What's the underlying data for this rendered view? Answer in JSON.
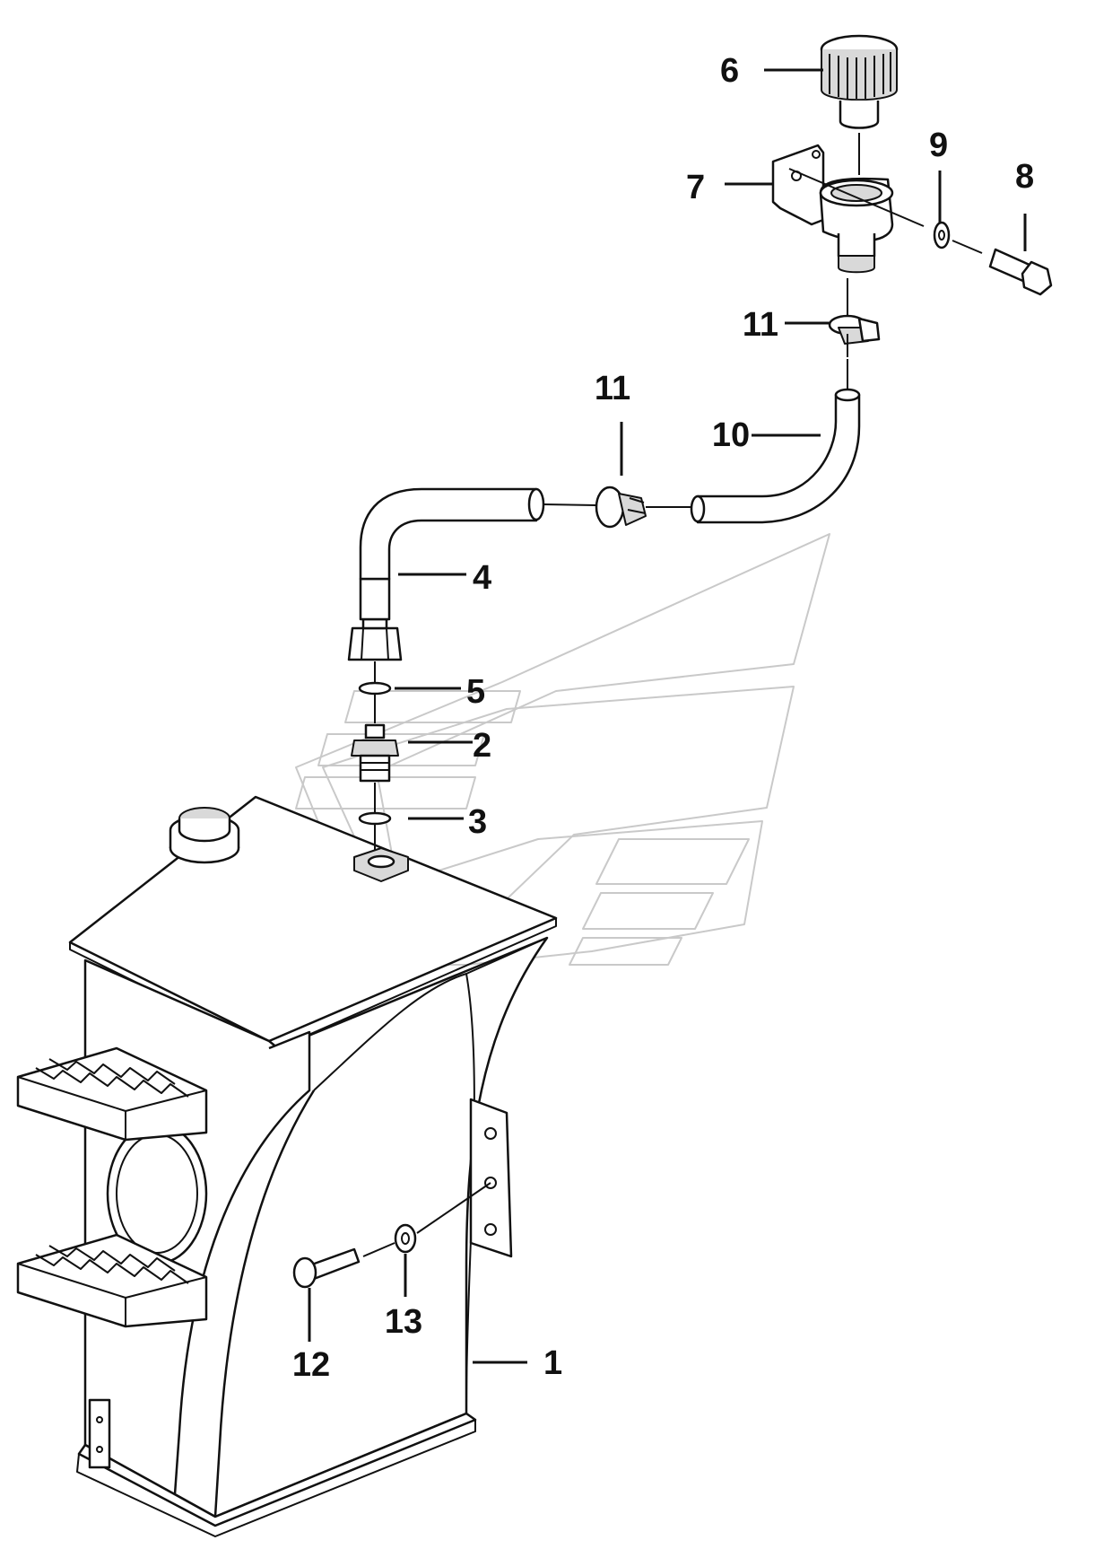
{
  "callouts": [
    {
      "id": "c1",
      "label": "1",
      "part": "tank"
    },
    {
      "id": "c2",
      "label": "2",
      "part": "adapter"
    },
    {
      "id": "c3",
      "label": "3",
      "part": "lower-washer"
    },
    {
      "id": "c4",
      "label": "4",
      "part": "hose-assembly"
    },
    {
      "id": "c5",
      "label": "5",
      "part": "o-ring"
    },
    {
      "id": "c6",
      "label": "6",
      "part": "breather-cap"
    },
    {
      "id": "c7",
      "label": "7",
      "part": "bracket"
    },
    {
      "id": "c8",
      "label": "8",
      "part": "bolt"
    },
    {
      "id": "c9",
      "label": "9",
      "part": "washer"
    },
    {
      "id": "c10",
      "label": "10",
      "part": "hose"
    },
    {
      "id": "c11a",
      "label": "11",
      "part": "clamp-upper"
    },
    {
      "id": "c11b",
      "label": "11",
      "part": "clamp-lower"
    },
    {
      "id": "c12",
      "label": "12",
      "part": "tank-bolt"
    },
    {
      "id": "c13",
      "label": "13",
      "part": "tank-washer"
    }
  ]
}
